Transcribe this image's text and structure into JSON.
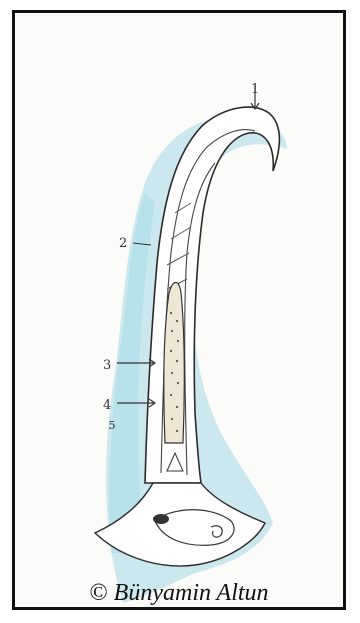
{
  "figure": {
    "labels": [
      "1",
      "2",
      "3",
      "4"
    ],
    "vertical_label": "5",
    "copyright_symbol": "©",
    "copyright_name": "Bünyamin Altun"
  }
}
